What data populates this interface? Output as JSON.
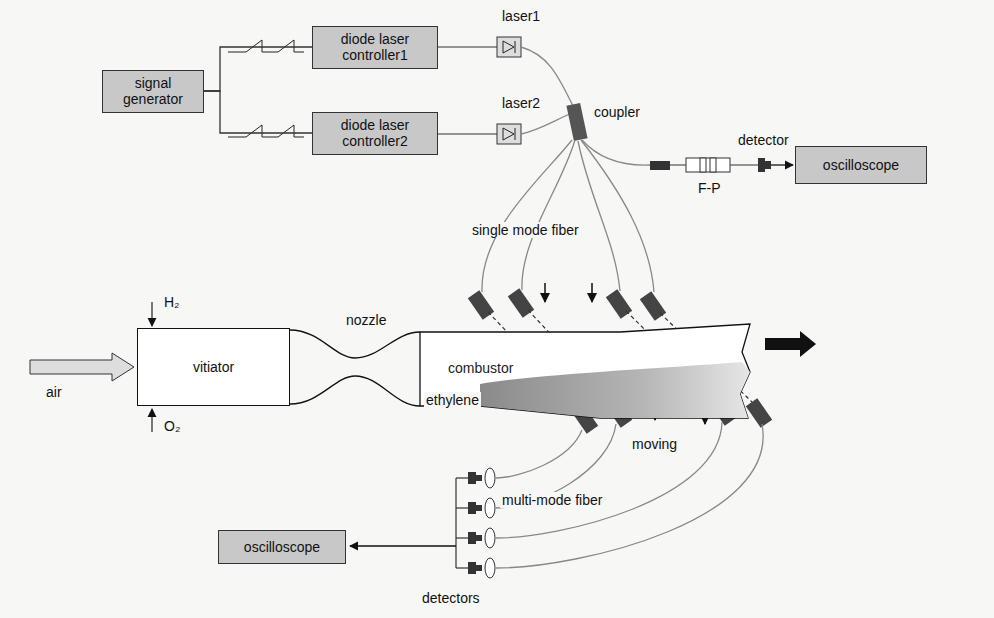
{
  "diagram": {
    "nodes": [
      {
        "text": [
          "signal generator"
        ]
      },
      {
        "text": [
          "diode laser controller1"
        ]
      },
      {
        "text": [
          "diode laser controller2"
        ]
      },
      {
        "text": [
          "oscilloscope"
        ]
      },
      {
        "text": [
          "vitiator"
        ]
      },
      {
        "text": [
          "combustor"
        ]
      },
      {
        "text": [
          "oscilloscope"
        ]
      }
    ],
    "edges": [
      {
        "from": 0,
        "to": 1,
        "arrow": "none"
      },
      {
        "from": 0,
        "to": 2,
        "arrow": "none"
      }
    ],
    "labels": [
      "laser1",
      "laser2",
      "coupler",
      "detector",
      "F-P",
      "single mode fiber",
      "H₂",
      "air",
      "O₂",
      "nozzle",
      "ethylene",
      "moving",
      "multi-mode fiber",
      "detectors"
    ]
  }
}
